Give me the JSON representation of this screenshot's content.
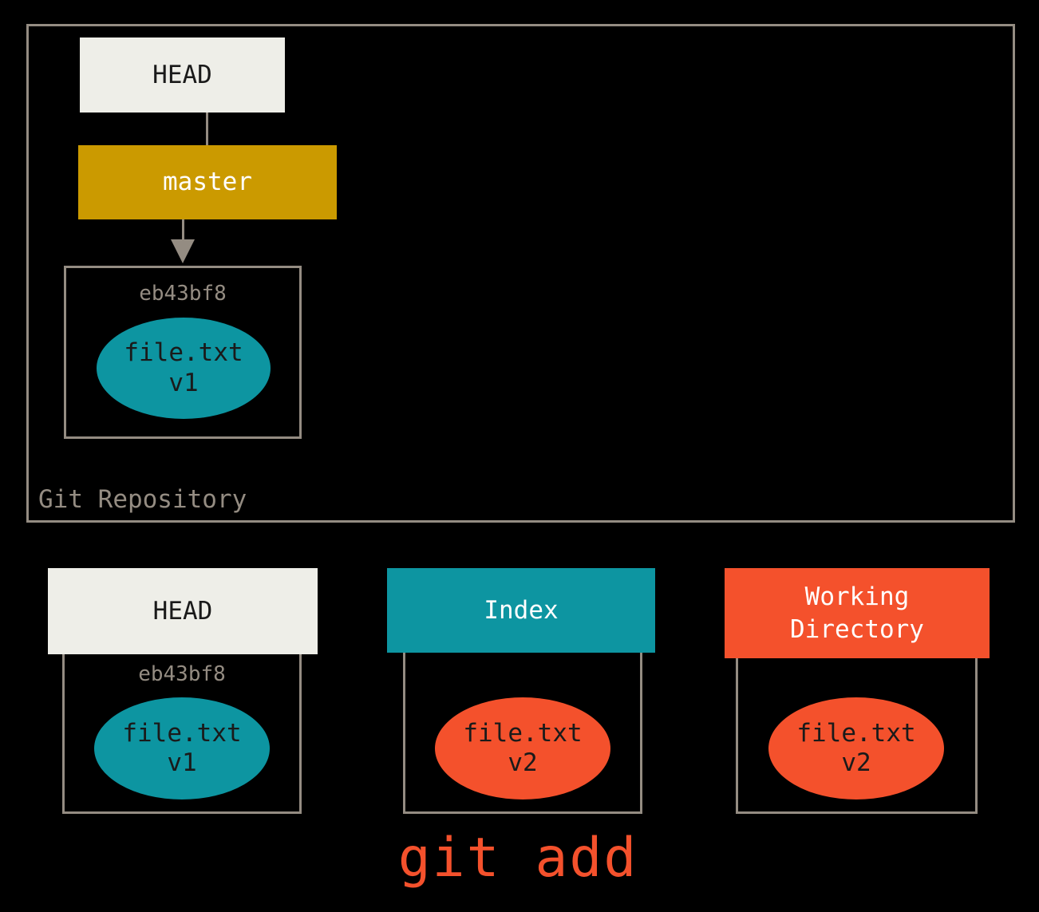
{
  "diagram": {
    "title": "git add",
    "repository": {
      "caption": "Git Repository",
      "head_pointer": {
        "label": "HEAD"
      },
      "branch": {
        "label": "master"
      },
      "commit": {
        "hash": "eb43bf8",
        "blob": {
          "filename": "file.txt",
          "version": "v1"
        }
      }
    },
    "stages": [
      {
        "name": "HEAD",
        "header_label": "HEAD",
        "hash": "eb43bf8",
        "blob": {
          "filename": "file.txt",
          "version": "v1"
        },
        "blob_color": "#0d95a1",
        "header_color": "#eeeee8"
      },
      {
        "name": "Index",
        "header_label": "Index",
        "hash": "",
        "blob": {
          "filename": "file.txt",
          "version": "v2"
        },
        "blob_color": "#f4512c",
        "header_color": "#0d95a1"
      },
      {
        "name": "Working Directory",
        "header_label_line1": "Working",
        "header_label_line2": "Directory",
        "hash": "",
        "blob": {
          "filename": "file.txt",
          "version": "v2"
        },
        "blob_color": "#f4512c",
        "header_color": "#f4512c"
      }
    ],
    "command": "git add",
    "colors": {
      "background": "#000000",
      "border_gray": "#948c82",
      "cream": "#eeeee8",
      "gold": "#cb9a00",
      "teal": "#0d95a1",
      "orange_red": "#f4512c",
      "text_dark": "#1a1a1a",
      "text_light": "#ffffff"
    }
  }
}
